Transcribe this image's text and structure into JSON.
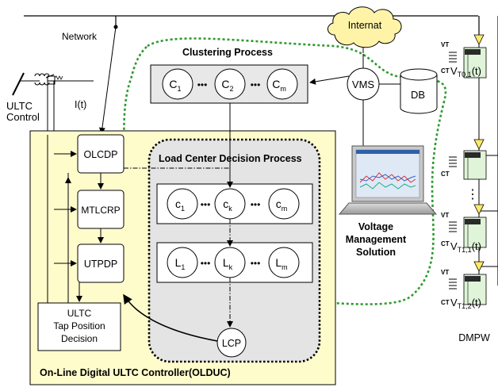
{
  "labels": {
    "network": "Network",
    "internet": "Internat",
    "ultc_control_line1": "ULTC",
    "ultc_control_line2": "Control",
    "current": "I(t)",
    "clustering_process": "Clustering Process",
    "load_center_process": "Load Center Decision Process",
    "olcdp": "OLCDP",
    "mtlcrp": "MTLCRP",
    "utpdp": "UTPDP",
    "decision_line1": "ULTC",
    "decision_line2": "Tap Position",
    "decision_line3": "Decision",
    "controller": "On-Line Digital ULTC Controller(OLDUC)",
    "vms": "VMS",
    "db": "DB",
    "vms_solution_line1": "Voltage",
    "vms_solution_line2": "Management",
    "vms_solution_line3": "Solution",
    "lcp": "LCP",
    "dmpw": "DMPW",
    "vt": "VT",
    "ct": "CT",
    "ellipsis": "•••",
    "vdots": "⋮"
  },
  "clusters": {
    "C": [
      {
        "base": "C",
        "sub": "1"
      },
      {
        "base": "C",
        "sub": "2"
      },
      {
        "base": "C",
        "sub": "m"
      }
    ],
    "c": [
      {
        "base": "c",
        "sub": "1"
      },
      {
        "base": "c",
        "sub": "k"
      },
      {
        "base": "c",
        "sub": "m"
      }
    ],
    "L": [
      {
        "base": "L",
        "sub": "1"
      },
      {
        "base": "L",
        "sub": "k"
      },
      {
        "base": "L",
        "sub": "m"
      }
    ]
  },
  "meters": [
    {
      "v": "V",
      "sub": "T0,1",
      "tail": "(t)"
    },
    {
      "v": "",
      "sub": "",
      "tail": ""
    },
    {
      "v": "V",
      "sub": "T1,1",
      "tail": "(t)"
    },
    {
      "v": "V",
      "sub": "T1,2",
      "tail": "(t)"
    }
  ],
  "colors": {
    "controller_bg": "#fffccc",
    "process_bg": "#e4e4e4",
    "cloud_bg": "#fff3a8",
    "meter_screen": "#2a2a2a",
    "meter_green": "#dff4d8",
    "green_dash": "#2e9a2e",
    "laptop_screen": "#dfe9f6"
  }
}
